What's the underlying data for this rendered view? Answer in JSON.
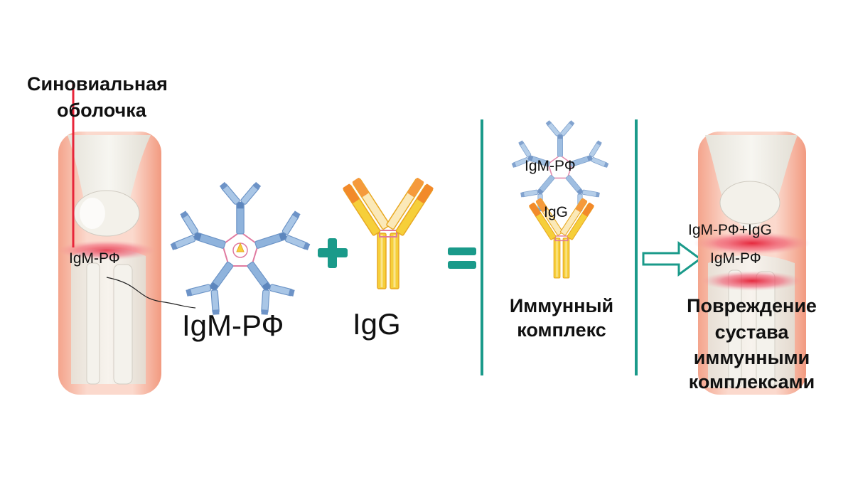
{
  "labels": {
    "synovial_line1": "Синовиальная",
    "synovial_line2": "оболочка",
    "knee_igm_rf": "IgM-РФ",
    "igm_rf": "IgM-РФ",
    "igg": "IgG",
    "complex_igm_rf": "IgM-РФ",
    "complex_igg": "IgG",
    "immune_complex_line1": "Иммунный",
    "immune_complex_line2": "комплекс",
    "joint_igm_igg": "IgM-РФ+IgG",
    "joint_igm_rf": "IgM-РФ",
    "damage_line1": "Повреждение",
    "damage_line2": "сустава",
    "damage_line3": "иммунными",
    "damage_line4": "комплексами"
  },
  "colors": {
    "tissue": "#f0a088",
    "tissue_light": "#fbd8cc",
    "bone": "#efede6",
    "igm_blue": "#8fb3dc",
    "igm_pink": "#e07aa0",
    "igg_orange": "#f29a2e",
    "igg_yellow": "#f6d248",
    "accent_teal": "#1a9a8a",
    "inflammation": "#e8253a"
  }
}
